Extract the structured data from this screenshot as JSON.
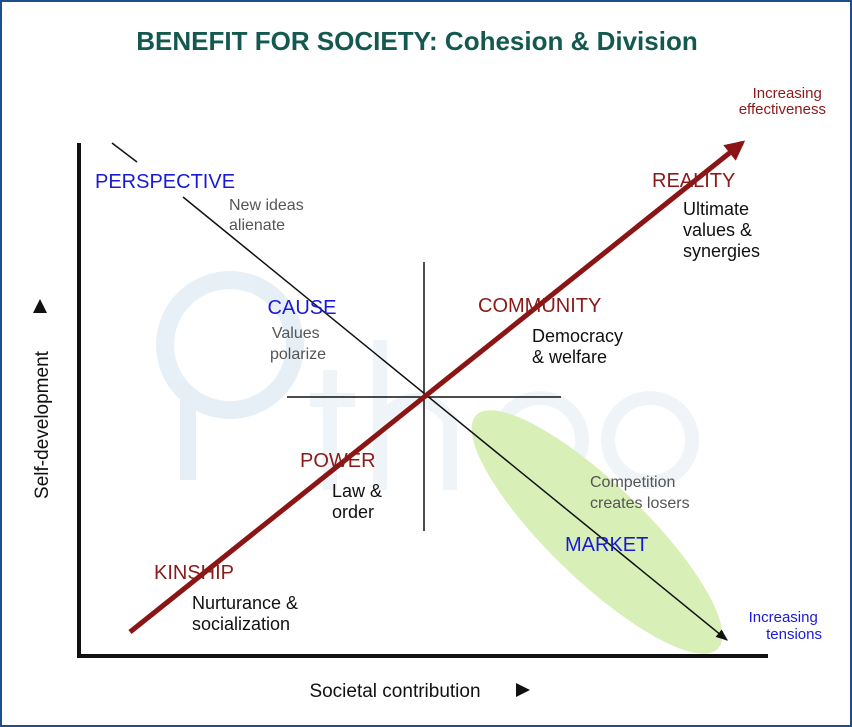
{
  "title": "BENEFIT FOR SOCIETY: Cohesion & Division",
  "axes": {
    "x_label": "Societal contribution",
    "y_label": "Self-development"
  },
  "arrow_labels": {
    "increasing_effectiveness": [
      "Increasing",
      "effectiveness"
    ],
    "increasing_tensions": [
      "Increasing",
      "tensions"
    ]
  },
  "stages": {
    "perspective": {
      "name": "PERSPECTIVE",
      "desc": [
        "New ideas",
        "alienate"
      ]
    },
    "cause": {
      "name": "CAUSE",
      "desc": [
        "Values",
        "polarize"
      ]
    },
    "market": {
      "name": "MARKET",
      "desc": [
        "Competition",
        "creates losers"
      ]
    },
    "reality": {
      "name": "REALITY",
      "desc": [
        "Ultimate",
        "values &",
        "synergies"
      ]
    },
    "community": {
      "name": "COMMUNITY",
      "desc": [
        "Democracy",
        "& welfare"
      ]
    },
    "power": {
      "name": "POWER",
      "desc": [
        "Law &",
        "order"
      ]
    },
    "kinship": {
      "name": "KINSHIP",
      "desc": [
        "Nurturance &",
        "socialization"
      ]
    }
  },
  "colors": {
    "title": "#14594f",
    "blue_label": "#1a1ad6",
    "red_label": "#8b1a1a",
    "red_arrow": "#8b1515",
    "gray_text": "#555555",
    "black_text": "#111111",
    "ellipse": "#d8efb8",
    "watermark": "#e3edf5"
  }
}
